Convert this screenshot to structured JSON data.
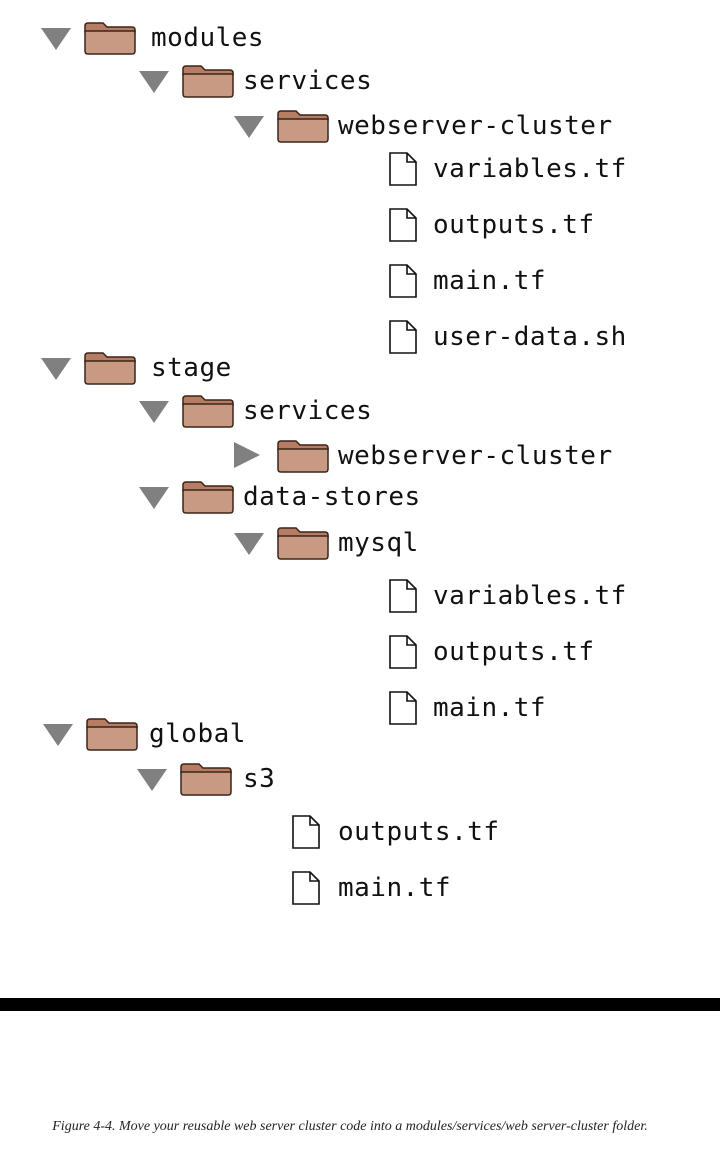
{
  "colors": {
    "folder_fill": "#c99a83",
    "folder_tab": "#b67c64",
    "folder_stroke": "#3a2418",
    "toggle": "#808080",
    "file_stroke": "#111111"
  },
  "tree": [
    {
      "kind": "folder",
      "state": "expanded",
      "depth": 0,
      "label": "modules"
    },
    {
      "kind": "folder",
      "state": "expanded",
      "depth": 1,
      "label": "services"
    },
    {
      "kind": "folder",
      "state": "expanded",
      "depth": 2,
      "label": "webserver-cluster"
    },
    {
      "kind": "file",
      "depth": 3,
      "label": "variables.tf"
    },
    {
      "kind": "file",
      "depth": 3,
      "label": "outputs.tf"
    },
    {
      "kind": "file",
      "depth": 3,
      "label": "main.tf"
    },
    {
      "kind": "file",
      "depth": 3,
      "label": "user-data.sh"
    },
    {
      "kind": "folder",
      "state": "expanded",
      "depth": 0,
      "label": "stage"
    },
    {
      "kind": "folder",
      "state": "expanded",
      "depth": 1,
      "label": "services"
    },
    {
      "kind": "folder",
      "state": "collapsed",
      "depth": 2,
      "label": "webserver-cluster"
    },
    {
      "kind": "folder",
      "state": "expanded",
      "depth": 1,
      "label": "data-stores"
    },
    {
      "kind": "folder",
      "state": "expanded",
      "depth": 2,
      "label": "mysql"
    },
    {
      "kind": "file",
      "depth": 3,
      "label": "variables.tf"
    },
    {
      "kind": "file",
      "depth": 3,
      "label": "outputs.tf"
    },
    {
      "kind": "file",
      "depth": 3,
      "label": "main.tf"
    },
    {
      "kind": "folder",
      "state": "expanded",
      "depth": 0,
      "label": "global"
    },
    {
      "kind": "folder",
      "state": "expanded",
      "depth": 1,
      "label": "s3"
    },
    {
      "kind": "file",
      "depth": 2,
      "label": "outputs.tf"
    },
    {
      "kind": "file",
      "depth": 2,
      "label": "main.tf"
    }
  ],
  "caption": "Figure 4-4. Move your reusable web server cluster code into a modules/services/web server-cluster folder."
}
